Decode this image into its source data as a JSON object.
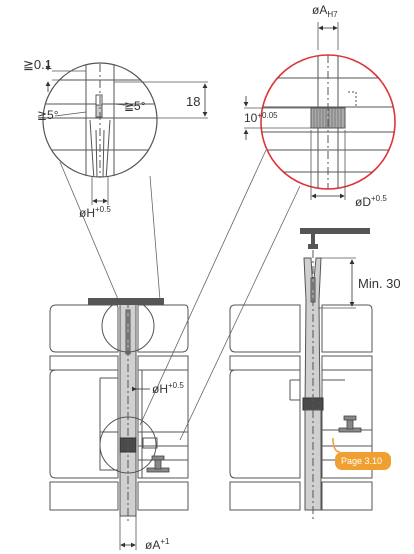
{
  "labels": {
    "gap_top": "≧0.1",
    "angle_left": "≧5°",
    "angle_right": "≧5°",
    "height_18": "18",
    "dia_h_top": "øH",
    "dia_h_top_tol": "+0.5",
    "dia_a_h7": "øA",
    "dia_a_h7_tol": "H7",
    "len_10": "10",
    "len_10_tol": "+0.05",
    "dia_d": "øD",
    "dia_d_tol": "+0.5",
    "min_30": "Min. 30",
    "dia_h_mid": "øH",
    "dia_h_mid_tol": "+0.5",
    "dia_a_bottom": "øA",
    "dia_a_bottom_tol": "+1",
    "page_ref": "Page 3.10"
  },
  "colors": {
    "line": "#555555",
    "dark": "#4a4a4a",
    "accent_red": "#e0343c",
    "accent_orange": "#f0a030",
    "fill_gray": "#bdbdbd"
  }
}
